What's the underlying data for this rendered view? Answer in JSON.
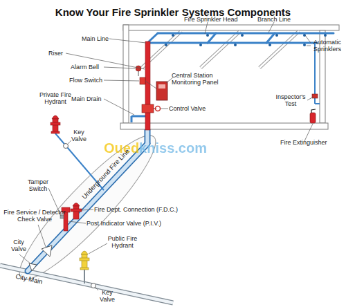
{
  "diagram": {
    "title": "Know Your Fire Sprinkler Systems Components",
    "labels": [
      "Fire Sprinkler Head",
      "Branch Line",
      "Main Line",
      "Riser",
      "Alarm Bell",
      "Automatic Sprinklers",
      "Flow Switch",
      "Central Station Monitoring Panel",
      "Private Fire Hydrant",
      "Main Drain",
      "Control Valve",
      "Inspector's Test",
      "Key Valve",
      "Ouedkniss.com",
      "Underground Fire Line",
      "Fire Extinguisher",
      "Tamper Switch",
      "Fire Dept. Connection (F.D.C.)",
      "Fire Service / Detector Check Valve",
      "Post Indicator Valve (P.I.V.)",
      "City Valve",
      "Public Fire Hydrant",
      "City Main",
      "Key Valve"
    ]
  }
}
